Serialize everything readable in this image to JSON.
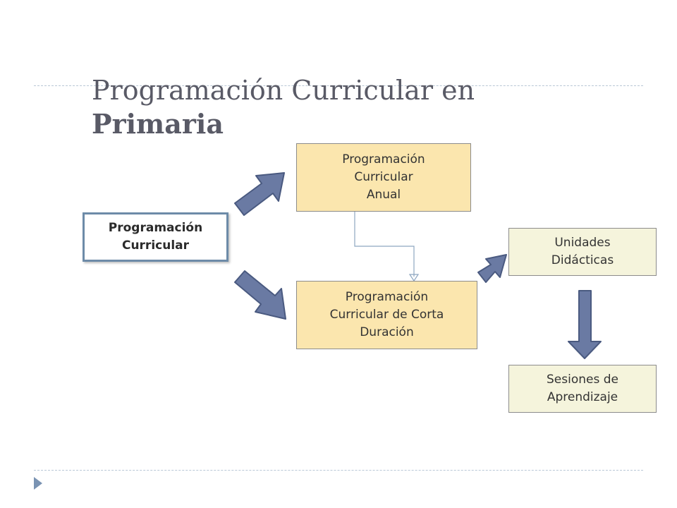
{
  "title": {
    "line1": "Programación Curricular en",
    "line2": "Primaria"
  },
  "nodes": {
    "root": "Programación\nCurricular",
    "anual": "Programación\nCurricular\nAnual",
    "corta": "Programación\nCurricular de Corta\nDuración",
    "unidades": "Unidades\nDidácticas",
    "sesiones": "Sesiones de\nAprendizaje"
  },
  "colors": {
    "arrow_fill": "#6a7aa3",
    "arrow_stroke": "#4a5a80",
    "connector": "#8ea6c0",
    "box_yellow": "#fbe6ae",
    "box_cream": "#f5f4dc",
    "root_border": "#6d8ba8"
  },
  "icons": {
    "slide_marker": "play-triangle-icon"
  }
}
